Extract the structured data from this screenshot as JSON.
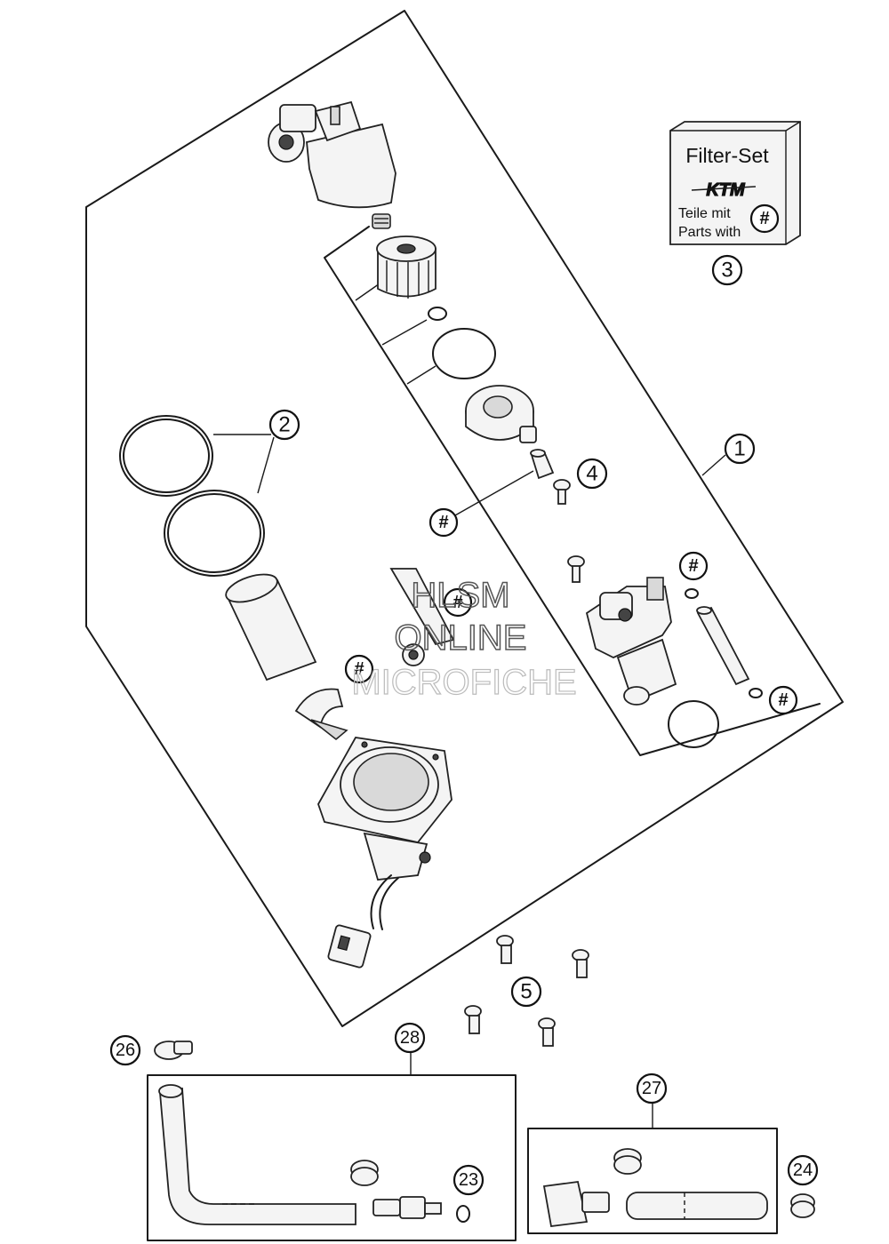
{
  "filter_set": {
    "title": "Filter-Set",
    "brand": "KTM",
    "line1": "Teile mit",
    "line2": "Parts with",
    "hash": "#"
  },
  "callouts": {
    "c1": "1",
    "c2": "2",
    "c3": "3",
    "c4": "4",
    "c5": "5",
    "c23": "23",
    "c24": "24",
    "c26": "26",
    "c27": "27",
    "c28": "28"
  },
  "hash_symbol": "#",
  "watermark": {
    "line1": "HLSM",
    "line2": "ONLINE",
    "line3": "MICROFICHE"
  }
}
